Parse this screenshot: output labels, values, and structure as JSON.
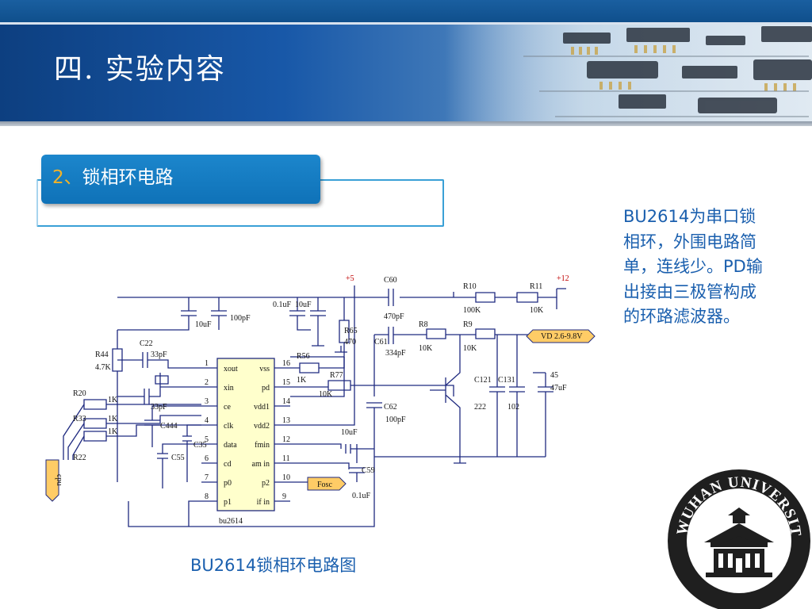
{
  "slide": {
    "title": "四.  实验内容",
    "section": {
      "number": "2、",
      "label": "锁相环电路"
    },
    "description": "BU2614为串口锁相环，外围电路简单，连线少。PD输出接由三极管构成的环路滤波器。",
    "caption": "BU2614锁相环电路图",
    "seal_text": "WUHAN UNIVERSITY"
  },
  "circuit": {
    "chip": {
      "name": "bu2614",
      "left_pins": [
        {
          "num": "1",
          "name": "xout"
        },
        {
          "num": "2",
          "name": "xin"
        },
        {
          "num": "3",
          "name": "ce"
        },
        {
          "num": "4",
          "name": "clk"
        },
        {
          "num": "5",
          "name": "data"
        },
        {
          "num": "6",
          "name": "cd"
        },
        {
          "num": "7",
          "name": "p0"
        },
        {
          "num": "8",
          "name": "p1"
        }
      ],
      "right_pins": [
        {
          "num": "16",
          "name": "vss"
        },
        {
          "num": "15",
          "name": "pd"
        },
        {
          "num": "14",
          "name": "vdd1"
        },
        {
          "num": "13",
          "name": "vdd2"
        },
        {
          "num": "12",
          "name": "fmin"
        },
        {
          "num": "11",
          "name": "am in"
        },
        {
          "num": "10",
          "name": "p2"
        },
        {
          "num": "9",
          "name": "if in"
        }
      ]
    },
    "labels": {
      "plus5": "+5",
      "plus12": "+12",
      "c60": "C60",
      "c60_val": "470pF",
      "r10": "R10",
      "r10_val": "100K",
      "r11": "R11",
      "r11_val": "10K",
      "cap_01uf_a": "0.1uF",
      "cap_10uf_a": "10uF",
      "cap_10uf_b": "10uF",
      "cap_100pf": "100pF",
      "r65": "R65",
      "r65_val": "470",
      "r8": "R8",
      "r8_val": "10K",
      "r9": "R9",
      "r9_val": "10K",
      "c61": "C61",
      "c61_val": "334pF",
      "vd": "VD 2.6-9.8V",
      "c22": "C22",
      "c22_val": "33pF",
      "r44": "R44",
      "r44_val": "4.7K",
      "r56": "R56",
      "r56_val": "1K",
      "r77": "R77",
      "r77_val": "10K",
      "r20": "R20",
      "r20_val": "1K",
      "r33": "R33",
      "r33_val": "1K",
      "r22_val": "1K",
      "r22": "R22",
      "c23_val": "33pF",
      "c444": "C444",
      "c35": "C35",
      "c55": "C55",
      "c121": "C121",
      "c131": "C131",
      "c121_val": "222",
      "c131_val": "102",
      "c45": "45",
      "c45_val": "47uF",
      "c62": "C62",
      "c62_val": "100pF",
      "c10uf_mid": "10uF",
      "c59": "C59",
      "c59_val": "0.1uF",
      "fosc": "Fosc",
      "cpu": "cpu"
    }
  }
}
